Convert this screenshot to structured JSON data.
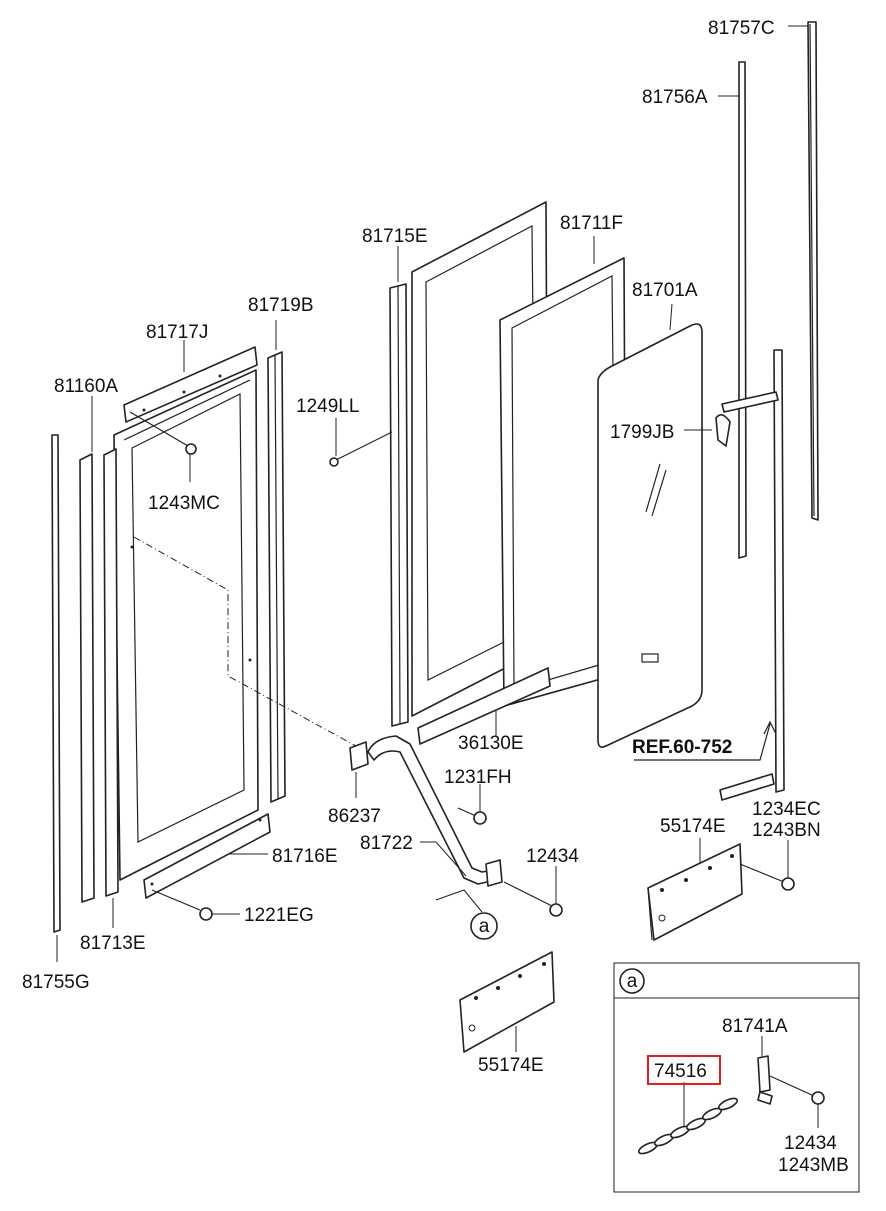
{
  "labels": {
    "l_81757C": "81757C",
    "l_81756A": "81756A",
    "l_81715E": "81715E",
    "l_81711F": "81711F",
    "l_81701A": "81701A",
    "l_81719B": "81719B",
    "l_81717J": "81717J",
    "l_81160A": "81160A",
    "l_1249LL": "1249LL",
    "l_1799JB": "1799JB",
    "l_1243MC": "1243MC",
    "l_36130E": "36130E",
    "l_ref": "REF.60-752",
    "l_1231FH": "1231FH",
    "l_86237": "86237",
    "l_1234EC": "1234EC",
    "l_1243BN": "1243BN",
    "l_81722": "81722",
    "l_55174E_a": "55174E",
    "l_81716E": "81716E",
    "l_12434_a": "12434",
    "l_1221EG": "1221EG",
    "l_81713E": "81713E",
    "l_81755G": "81755G",
    "l_55174E_b": "55174E",
    "callout_a": "a",
    "detail_a": "a",
    "l_81741A": "81741A",
    "l_74516": "74516",
    "l_12434_b": "12434",
    "l_1243MB": "1243MB"
  },
  "highlight_color": "#e02020"
}
